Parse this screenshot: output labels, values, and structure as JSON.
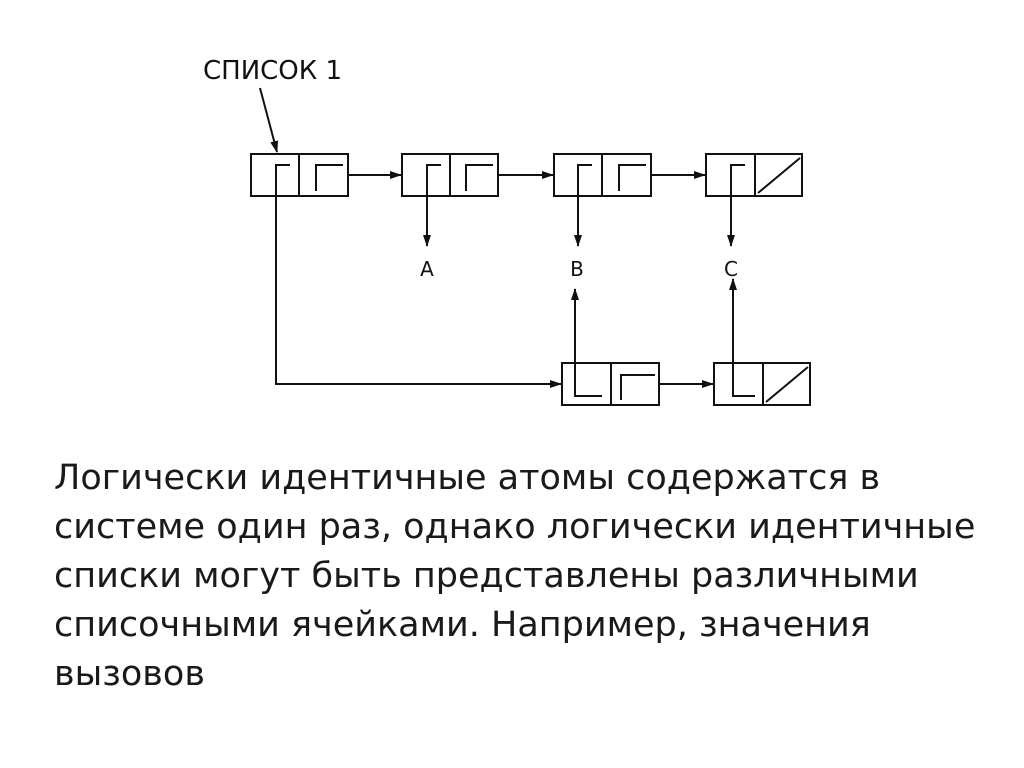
{
  "colors": {
    "ink": "#111111",
    "text": "#1a1a1a",
    "background": "#ffffff"
  },
  "diagram": {
    "list_label": "СПИСОК 1",
    "atoms": [
      "A",
      "B",
      "C"
    ]
  },
  "caption": {
    "lines": [
      "Логически идентичные атомы содержатся в",
      "системе один раз, однако логически идентичные",
      "списки могут быть представлены различными",
      "списочными ячейками. Например, значения",
      "вызовов"
    ]
  }
}
